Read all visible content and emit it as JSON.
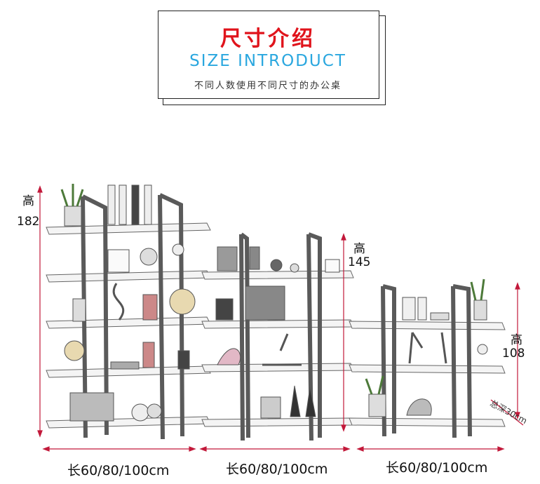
{
  "header": {
    "title_cn": "尺寸介绍",
    "title_en": "SIZE INTRODUCT",
    "subtitle": "不同人数使用不同尺寸的办公桌"
  },
  "dimensions": {
    "heights": [
      {
        "label": "高",
        "value": "182"
      },
      {
        "label": "高",
        "value": "145"
      },
      {
        "label": "高",
        "value": "108"
      }
    ],
    "depth": "总深30cm",
    "lengths": [
      "长60/80/100cm",
      "长60/80/100cm",
      "长60/80/100cm"
    ]
  },
  "colors": {
    "title_red": "#e0141c",
    "title_blue": "#2aa7df",
    "dimension_line": "#c2193a",
    "frame": "#5a5a5a"
  }
}
